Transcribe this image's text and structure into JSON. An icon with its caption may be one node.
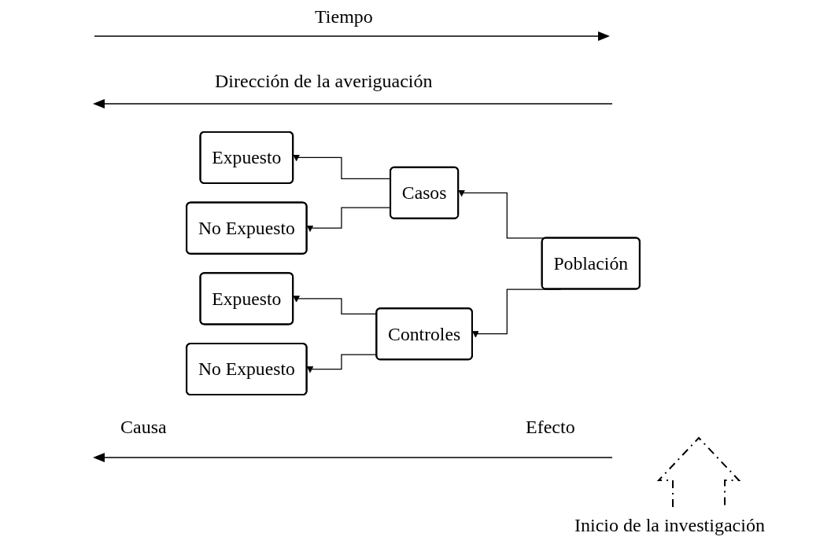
{
  "diagram": {
    "nodes": [
      {
        "text": [
          "Expuesto"
        ]
      },
      {
        "text": [
          "No Expuesto"
        ]
      },
      {
        "text": [
          "Casos"
        ]
      },
      {
        "text": [
          "Expuesto"
        ]
      },
      {
        "text": [
          "No Expuesto"
        ]
      },
      {
        "text": [
          "Controles"
        ]
      },
      {
        "text": [
          "Población"
        ]
      }
    ],
    "edges": [
      {
        "from": 6,
        "to": 2,
        "arrow": "to"
      },
      {
        "from": 6,
        "to": 5,
        "arrow": "to"
      },
      {
        "from": 2,
        "to": 0,
        "arrow": "to"
      },
      {
        "from": 2,
        "to": 1,
        "arrow": "to"
      },
      {
        "from": 5,
        "to": 3,
        "arrow": "to"
      },
      {
        "from": 5,
        "to": 4,
        "arrow": "to"
      }
    ],
    "labels": [
      "Tiempo",
      "Dirección de la averiguación",
      "Causa",
      "Efecto",
      "Inicio de la investigación"
    ]
  }
}
